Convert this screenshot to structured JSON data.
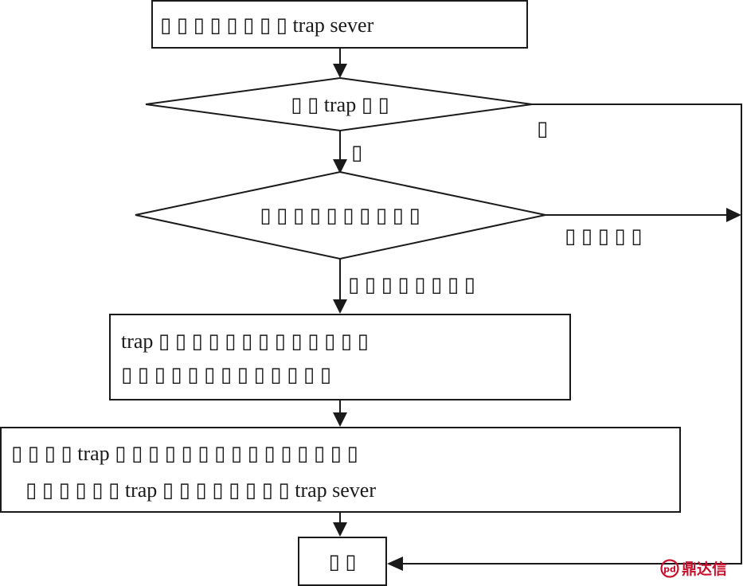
{
  "nodes": {
    "start": {
      "text": "▯ ▯ ▯ ▯ ▯ ▯ ▯ ▯  trap sever"
    },
    "decision1": {
      "text": "▯ ▯  trap ▯ ▯"
    },
    "decision2": {
      "text": "▯ ▯ ▯ ▯ ▯ ▯ ▯ ▯ ▯ ▯"
    },
    "process1": {
      "line1": "trap ▯ ▯ ▯ ▯ ▯ ▯ ▯ ▯ ▯ ▯ ▯ ▯ ▯",
      "line2": "▯ ▯ ▯ ▯ ▯ ▯ ▯ ▯ ▯ ▯ ▯ ▯ ▯"
    },
    "process2": {
      "line1": "▯ ▯ ▯ ▯  trap ▯ ▯ ▯ ▯ ▯ ▯ ▯ ▯ ▯ ▯ ▯ ▯ ▯ ▯ ▯",
      "line2": "▯ ▯ ▯ ▯ ▯ ▯  trap ▯ ▯ ▯ ▯ ▯ ▯ ▯ ▯  trap sever"
    },
    "end": {
      "text": "▯ ▯"
    }
  },
  "edges": {
    "d1_right_label": "▯",
    "d1_down_label": "▯",
    "d2_right_label": "▯ ▯ ▯ ▯ ▯",
    "d2_down_label": "▯ ▯ ▯ ▯ ▯ ▯ ▯ ▯"
  },
  "watermark": {
    "text": "鼎达信",
    "icon": "pd-logo-icon",
    "color": "#c8102e"
  }
}
